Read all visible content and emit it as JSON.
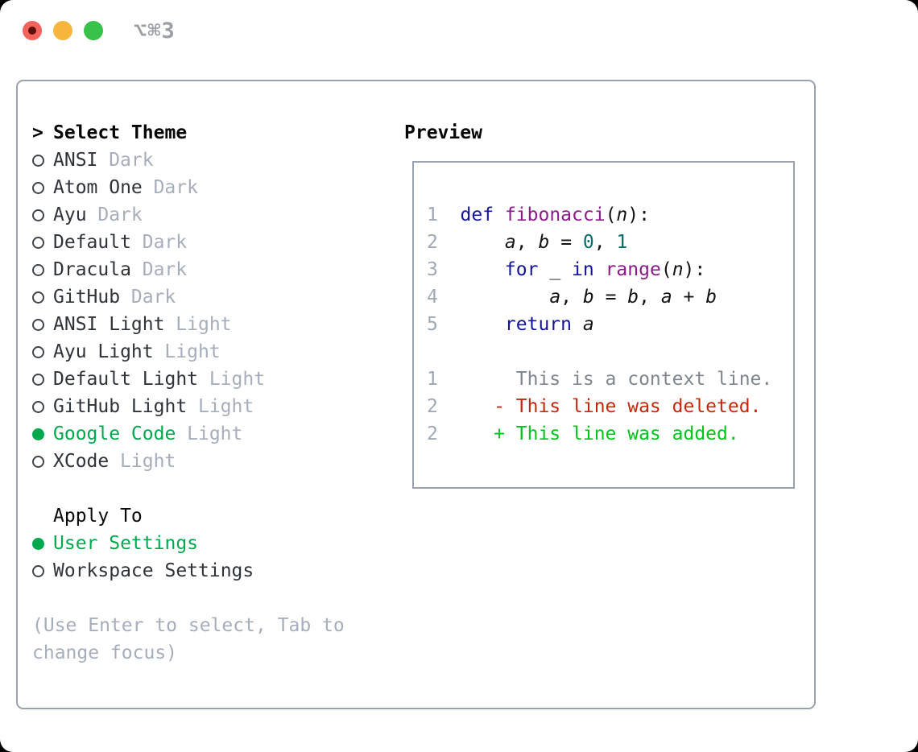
{
  "titlebar": {
    "shortcut": "⌥⌘3"
  },
  "theme_selector": {
    "prompt": ">",
    "title": "Select Theme",
    "items": [
      {
        "name": "ANSI",
        "variant": "Dark",
        "selected": false
      },
      {
        "name": "Atom One",
        "variant": "Dark",
        "selected": false
      },
      {
        "name": "Ayu",
        "variant": "Dark",
        "selected": false
      },
      {
        "name": "Default",
        "variant": "Dark",
        "selected": false
      },
      {
        "name": "Dracula",
        "variant": "Dark",
        "selected": false
      },
      {
        "name": "GitHub",
        "variant": "Dark",
        "selected": false
      },
      {
        "name": "ANSI Light",
        "variant": "Light",
        "selected": false
      },
      {
        "name": "Ayu Light",
        "variant": "Light",
        "selected": false
      },
      {
        "name": "Default Light",
        "variant": "Light",
        "selected": false
      },
      {
        "name": "GitHub Light",
        "variant": "Light",
        "selected": false
      },
      {
        "name": "Google Code",
        "variant": "Light",
        "selected": true
      },
      {
        "name": "XCode",
        "variant": "Light",
        "selected": false
      }
    ]
  },
  "apply_to": {
    "title": "Apply To",
    "options": [
      {
        "label": "User Settings",
        "selected": true
      },
      {
        "label": "Workspace Settings",
        "selected": false
      }
    ]
  },
  "help_text": "(Use Enter to select, Tab to change focus)",
  "preview": {
    "title": "Preview",
    "lines": [
      {
        "num": "1",
        "tokens": [
          {
            "c": "kw",
            "t": "def"
          },
          {
            "c": "pl",
            "t": " "
          },
          {
            "c": "fn",
            "t": "fibonacci"
          },
          {
            "c": "pl",
            "t": "("
          },
          {
            "c": "var",
            "t": "n"
          },
          {
            "c": "pl",
            "t": "):"
          }
        ]
      },
      {
        "num": "2",
        "tokens": [
          {
            "c": "pl",
            "t": "    "
          },
          {
            "c": "var",
            "t": "a"
          },
          {
            "c": "pl",
            "t": ", "
          },
          {
            "c": "var",
            "t": "b"
          },
          {
            "c": "pl",
            "t": " = "
          },
          {
            "c": "lit",
            "t": "0"
          },
          {
            "c": "pl",
            "t": ", "
          },
          {
            "c": "lit",
            "t": "1"
          }
        ]
      },
      {
        "num": "3",
        "tokens": [
          {
            "c": "pl",
            "t": "    "
          },
          {
            "c": "kw",
            "t": "for"
          },
          {
            "c": "pl",
            "t": " _ "
          },
          {
            "c": "kw",
            "t": "in"
          },
          {
            "c": "pl",
            "t": " "
          },
          {
            "c": "fn",
            "t": "range"
          },
          {
            "c": "pl",
            "t": "("
          },
          {
            "c": "var",
            "t": "n"
          },
          {
            "c": "pl",
            "t": "):"
          }
        ]
      },
      {
        "num": "4",
        "tokens": [
          {
            "c": "pl",
            "t": "        "
          },
          {
            "c": "var",
            "t": "a"
          },
          {
            "c": "pl",
            "t": ", "
          },
          {
            "c": "var",
            "t": "b"
          },
          {
            "c": "pl",
            "t": " = "
          },
          {
            "c": "var",
            "t": "b"
          },
          {
            "c": "pl",
            "t": ", "
          },
          {
            "c": "var",
            "t": "a"
          },
          {
            "c": "pl",
            "t": " + "
          },
          {
            "c": "var",
            "t": "b"
          }
        ]
      },
      {
        "num": "5",
        "tokens": [
          {
            "c": "pl",
            "t": "    "
          },
          {
            "c": "kw",
            "t": "return"
          },
          {
            "c": "pl",
            "t": " "
          },
          {
            "c": "var",
            "t": "a"
          }
        ]
      },
      {
        "num": "",
        "tokens": []
      },
      {
        "num": "1",
        "tokens": [
          {
            "c": "ctx",
            "t": "     This is a context line."
          }
        ]
      },
      {
        "num": "2",
        "tokens": [
          {
            "c": "del",
            "t": "   - This line was deleted."
          }
        ]
      },
      {
        "num": "2",
        "tokens": [
          {
            "c": "add",
            "t": "   + This line was added."
          }
        ]
      }
    ]
  },
  "colors": {
    "accent-green": "#00a84e",
    "border": "#99a2ae",
    "item": "#2e333a",
    "muted": "#a6aebb",
    "ring": "#3f454c",
    "shortcut": "#9aa0a6",
    "linenum": "#9fa9b5",
    "kw": "#14149b",
    "fn": "#8b1a8b",
    "lit": "#076b6b",
    "ctx": "#7e868f",
    "del": "#c4290e",
    "add": "#00c41a",
    "tl-red": "#f4635b",
    "tl-red-dot": "#5f100e",
    "tl-yellow": "#f6b63d",
    "tl-green": "#38c24a"
  }
}
